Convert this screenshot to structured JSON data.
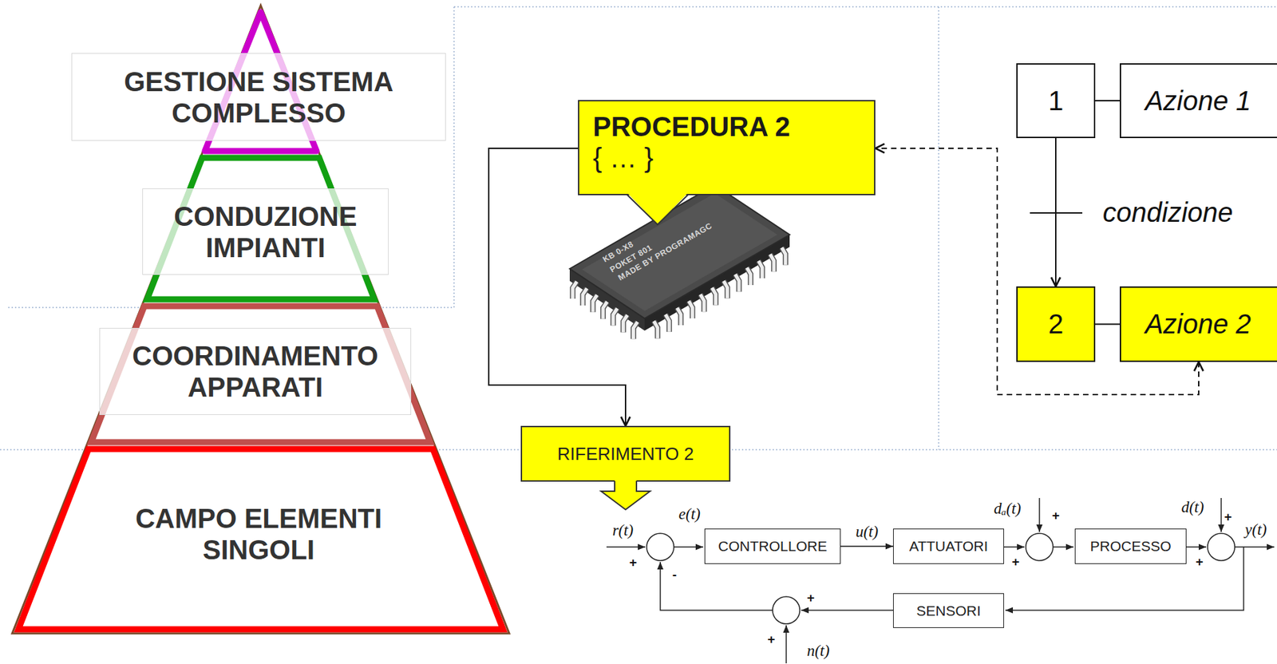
{
  "diagram": {
    "nodes": [
      {
        "text": [
          "GESTIONE SISTEMA COMPLESSO"
        ]
      },
      {
        "text": [
          "CONDUZIONE IMPIANTI"
        ]
      },
      {
        "text": [
          "COORDINAMENTO APPARATI"
        ]
      },
      {
        "text": [
          "CAMPO ELEMENTI SINGOLI"
        ]
      },
      {
        "text": [
          "PROCEDURA 2",
          "{ … }"
        ]
      },
      {
        "text": [
          "1"
        ]
      },
      {
        "text": [
          "Azione 1"
        ]
      },
      {
        "text": [
          "2"
        ]
      },
      {
        "text": [
          "Azione 2"
        ]
      },
      {
        "text": [
          "RIFERIMENTO 2"
        ]
      },
      {
        "text": [
          "CONTROLLORE"
        ]
      },
      {
        "text": [
          "ATTUATORI"
        ]
      },
      {
        "text": [
          "PROCESSO"
        ]
      },
      {
        "text": [
          "SENSORI"
        ]
      }
    ],
    "edges": [
      {
        "from": 5,
        "to": 6,
        "arrow": "none"
      },
      {
        "from": 5,
        "to": 7,
        "label": "condizione",
        "arrow": "to"
      },
      {
        "from": 7,
        "to": 8,
        "arrow": "none"
      },
      {
        "from": 8,
        "to": 4,
        "arrow": "both"
      },
      {
        "from": 4,
        "to": 9,
        "arrow": "to"
      },
      {
        "from": 10,
        "to": 11,
        "label": "u(t)",
        "arrow": "to"
      }
    ],
    "labels": [
      "KB 0-X8",
      "POKET 801",
      "MADE BY PROGRAMAGC",
      "r(t)",
      "e(t)",
      "dₐ(t)",
      "d(t)",
      "y(t)",
      "n(t)",
      "+",
      "+",
      "+",
      "+",
      "+",
      "+",
      "+",
      "-"
    ]
  }
}
